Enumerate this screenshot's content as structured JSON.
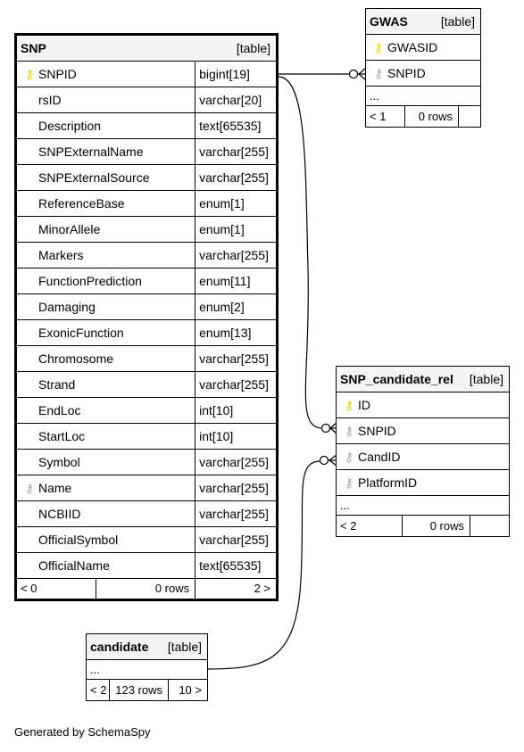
{
  "snp": {
    "name": "SNP",
    "tag": "[table]",
    "columns": [
      {
        "name": "SNPID",
        "type": "bigint[19]",
        "key": "pk"
      },
      {
        "name": "rsID",
        "type": "varchar[20]",
        "key": ""
      },
      {
        "name": "Description",
        "type": "text[65535]",
        "key": ""
      },
      {
        "name": "SNPExternalName",
        "type": "varchar[255]",
        "key": ""
      },
      {
        "name": "SNPExternalSource",
        "type": "varchar[255]",
        "key": ""
      },
      {
        "name": "ReferenceBase",
        "type": "enum[1]",
        "key": ""
      },
      {
        "name": "MinorAllele",
        "type": "enum[1]",
        "key": ""
      },
      {
        "name": "Markers",
        "type": "varchar[255]",
        "key": ""
      },
      {
        "name": "FunctionPrediction",
        "type": "enum[11]",
        "key": ""
      },
      {
        "name": "Damaging",
        "type": "enum[2]",
        "key": ""
      },
      {
        "name": "ExonicFunction",
        "type": "enum[13]",
        "key": ""
      },
      {
        "name": "Chromosome",
        "type": "varchar[255]",
        "key": ""
      },
      {
        "name": "Strand",
        "type": "varchar[255]",
        "key": ""
      },
      {
        "name": "EndLoc",
        "type": "int[10]",
        "key": ""
      },
      {
        "name": "StartLoc",
        "type": "int[10]",
        "key": ""
      },
      {
        "name": "Symbol",
        "type": "varchar[255]",
        "key": ""
      },
      {
        "name": "Name",
        "type": "varchar[255]",
        "key": "fk"
      },
      {
        "name": "NCBIID",
        "type": "varchar[255]",
        "key": ""
      },
      {
        "name": "OfficialSymbol",
        "type": "varchar[255]",
        "key": ""
      },
      {
        "name": "OfficialName",
        "type": "text[65535]",
        "key": ""
      }
    ],
    "footer": {
      "parents": "< 0",
      "rows": "0 rows",
      "children": "2 >"
    }
  },
  "gwas": {
    "name": "GWAS",
    "tag": "[table]",
    "columns": [
      {
        "name": "GWASID",
        "key": "pk"
      },
      {
        "name": "SNPID",
        "key": "fk"
      }
    ],
    "more": "...",
    "footer": {
      "parents": "< 1",
      "rows": "0 rows",
      "children": ""
    }
  },
  "rel": {
    "name": "SNP_candidate_rel",
    "tag": "[table]",
    "columns": [
      {
        "name": "ID",
        "key": "pk"
      },
      {
        "name": "SNPID",
        "key": "fk"
      },
      {
        "name": "CandID",
        "key": "fk"
      },
      {
        "name": "PlatformID",
        "key": "fk"
      }
    ],
    "more": "...",
    "footer": {
      "parents": "< 2",
      "rows": "0 rows",
      "children": ""
    }
  },
  "candidate": {
    "name": "candidate",
    "tag": "[table]",
    "more": "...",
    "footer": {
      "parents": "< 2",
      "rows": "123 rows",
      "children": "10 >"
    }
  },
  "generated_by": "Generated by SchemaSpy",
  "colors": {
    "pk_key": "#e8d000",
    "fk_key": "#a8a8a8",
    "header_bg": "#f4f4f4"
  },
  "icons": {
    "primary_key": "key-icon",
    "foreign_key": "key-icon"
  }
}
